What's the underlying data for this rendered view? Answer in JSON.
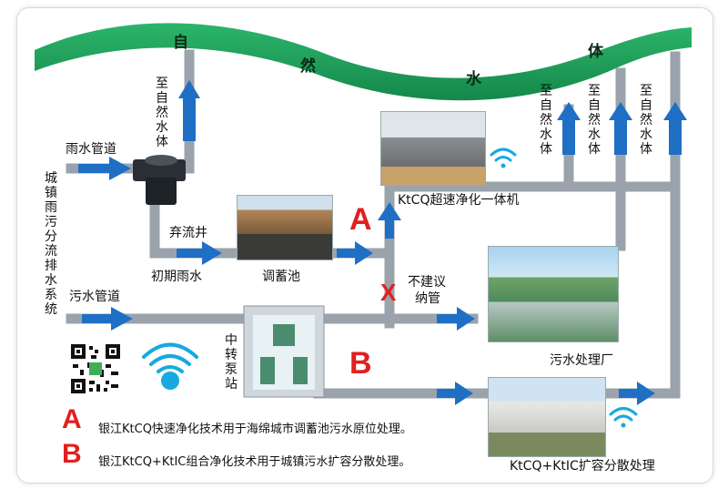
{
  "river": {
    "chars": [
      "自",
      "然",
      "水",
      "体"
    ],
    "color": "#1e9f5a"
  },
  "labels": {
    "to_water_1": "至自然水体",
    "to_water_2": "至自然水体",
    "to_water_3": "至自然水体",
    "to_water_4": "至自然水体",
    "rain_pipe": "雨水管道",
    "system": "城镇雨污分流排水系统",
    "abandon_well": "弃流井",
    "initial_rain": "初期雨水",
    "storage_tank": "调蓄池",
    "ktcq_machine": "KtCQ超速净化一体机",
    "not_include_1": "不建议",
    "not_include_2": "纳管",
    "sewage_pipe": "污水管道",
    "pump_station": "中转泵站",
    "wwtp": "污水处理厂",
    "distributed": "KtCQ+KtIC扩容分散处理"
  },
  "markers": {
    "a": "A",
    "b": "B",
    "x": "X"
  },
  "legend": {
    "a_letter": "A",
    "a_text": "银江KtCQ快速净化技术用于海绵城市调蓄池污水原位处理。",
    "b_letter": "B",
    "b_text": "银江KtCQ+KtIC组合净化技术用于城镇污水扩容分散处理。"
  },
  "colors": {
    "pipe": "#9aa3ab",
    "arrow": "#1f6fc5",
    "accent": "#e02020",
    "wifi": "#17a9df"
  },
  "icons": [
    "wifi-icon",
    "qr-code-icon",
    "arrow-icon"
  ]
}
